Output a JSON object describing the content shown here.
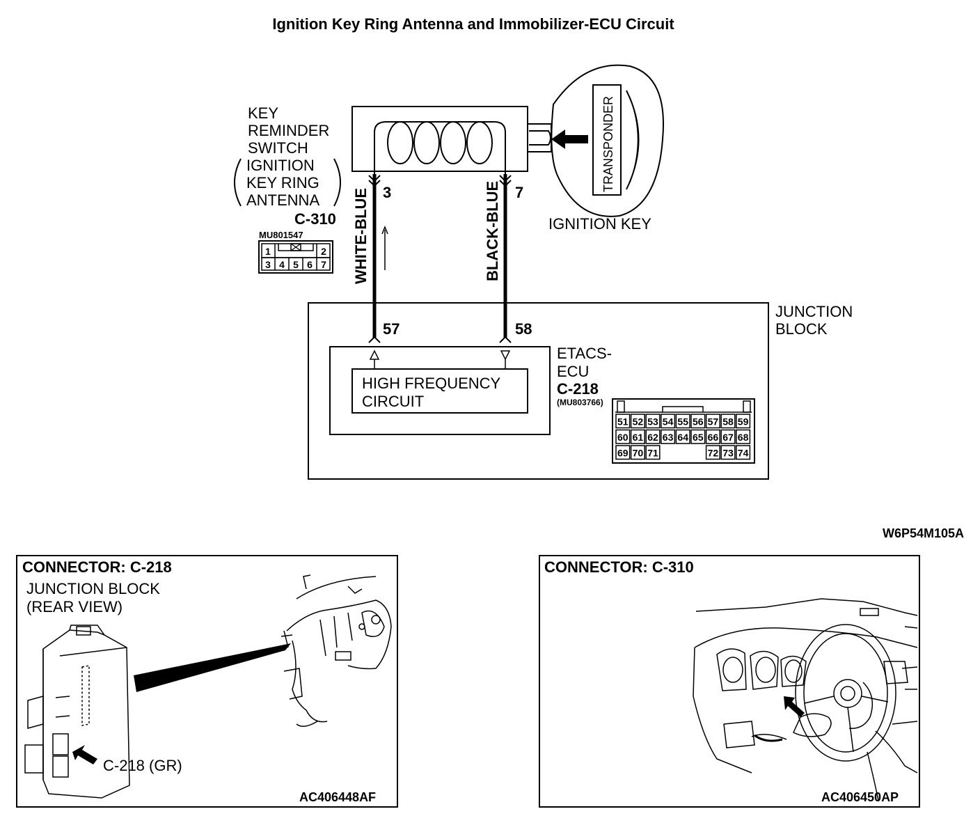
{
  "title": "Ignition Key Ring Antenna and Immobilizer-ECU Circuit",
  "switch_label": [
    "KEY",
    "REMINDER",
    "SWITCH",
    "IGNITION",
    "KEY RING",
    "ANTENNA"
  ],
  "connector_c310": {
    "code": "C-310",
    "part": "MU801547",
    "pins_top": [
      "1",
      "2"
    ],
    "pins_bottom": [
      "3",
      "4",
      "5",
      "6",
      "7"
    ]
  },
  "ignition_key": {
    "label": "IGNITION KEY",
    "transponder": "TRANSPONDER"
  },
  "wires": [
    {
      "color": "WHITE-BLUE",
      "from_pin": "3",
      "to_pin": "57"
    },
    {
      "color": "BLACK-BLUE",
      "from_pin": "7",
      "to_pin": "58"
    }
  ],
  "junction_block": {
    "label": [
      "JUNCTION",
      "BLOCK"
    ]
  },
  "etacs_ecu": {
    "label": [
      "ETACS-",
      "ECU"
    ],
    "code": "C-218",
    "part": "(MU803766)",
    "circuit": [
      "HIGH FREQUENCY",
      "CIRCUIT"
    ],
    "pin_rows": [
      [
        "51",
        "52",
        "53",
        "54",
        "55",
        "56",
        "57",
        "58",
        "59"
      ],
      [
        "60",
        "61",
        "62",
        "63",
        "64",
        "65",
        "66",
        "67",
        "68"
      ],
      [
        "69",
        "70",
        "71",
        "",
        "",
        "",
        "72",
        "73",
        "74"
      ]
    ]
  },
  "figure_code": "W6P54M105A",
  "panel_left": {
    "title": "CONNECTOR: C-218",
    "subtitle": [
      "JUNCTION BLOCK",
      "(REAR VIEW)"
    ],
    "callout": "C-218 (GR)",
    "code": "AC406448AF"
  },
  "panel_right": {
    "title": "CONNECTOR: C-310",
    "code": "AC406450AP"
  }
}
